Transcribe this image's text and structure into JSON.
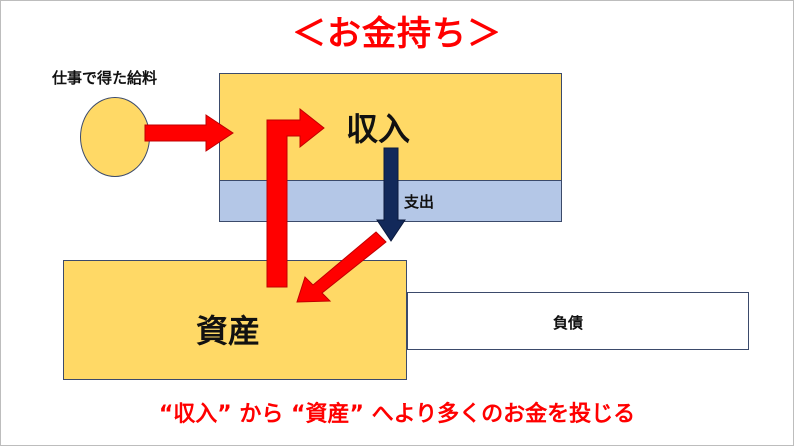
{
  "title": "＜お金持ち＞",
  "salary_label": "仕事で得た給料",
  "income_label": "収入",
  "expense_label": "支出",
  "asset_label": "資産",
  "liability_label": "負債",
  "footer": "“収入” から “資産” へより多くのお金を投じる",
  "colors": {
    "accent_red": "#ff0000",
    "box_yellow": "#ffd966",
    "box_blue": "#b4c7e7",
    "arrow_navy": "#12295a"
  }
}
